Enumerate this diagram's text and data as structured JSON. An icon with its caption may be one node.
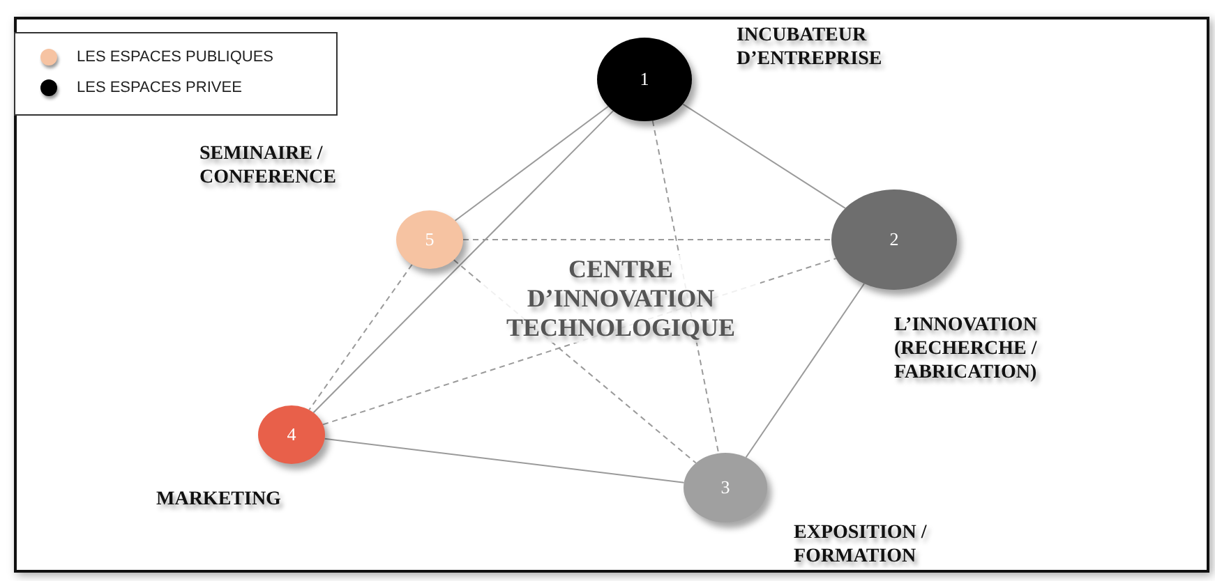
{
  "diagram": {
    "nodes": [
      {
        "text": [
          "1"
        ],
        "beside": [
          "INCUBATEUR D’ENTREPRISE"
        ]
      },
      {
        "text": [
          "2"
        ],
        "beside": [
          "L’INNOVATION (RECHERCHE / FABRICATION)"
        ]
      },
      {
        "text": [
          "3"
        ],
        "beside": [
          "EXPOSITION / FORMATION"
        ]
      },
      {
        "text": [
          "4"
        ],
        "beside": [
          "MARKETING"
        ]
      },
      {
        "text": [
          "5"
        ],
        "beside": [
          "SEMINAIRE / CONFERENCE"
        ]
      }
    ],
    "edges": [
      {
        "from": 0,
        "to": 4,
        "arrow": "none"
      },
      {
        "from": 0,
        "to": 3,
        "arrow": "none"
      },
      {
        "from": 0,
        "to": 1,
        "arrow": "none"
      },
      {
        "from": 0,
        "to": 2,
        "arrow": "none",
        "style": "dashed"
      },
      {
        "from": 4,
        "to": 1,
        "arrow": "none",
        "style": "dashed"
      },
      {
        "from": 4,
        "to": 3,
        "arrow": "none",
        "style": "dashed"
      },
      {
        "from": 4,
        "to": 2,
        "arrow": "none",
        "style": "dashed"
      },
      {
        "from": 3,
        "to": 1,
        "arrow": "none",
        "style": "dashed"
      },
      {
        "from": 3,
        "to": 2,
        "arrow": "none"
      },
      {
        "from": 1,
        "to": 2,
        "arrow": "none"
      }
    ],
    "labels": [
      "CENTRE D’INNOVATION TECHNOLOGIQUE"
    ],
    "legend": [
      {
        "text": "LES ESPACES PUBLIQUES",
        "color": "#f6c3a2"
      },
      {
        "text": "LES ESPACES PRIVEE",
        "color": "#000000"
      }
    ]
  }
}
